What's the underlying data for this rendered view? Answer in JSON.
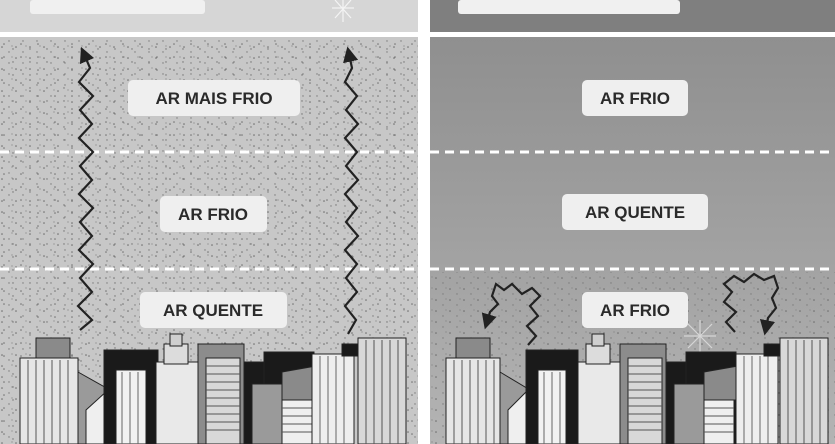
{
  "left_panel": {
    "layers": [
      {
        "label": "AR MAIS FRIO"
      },
      {
        "label": "AR FRIO"
      },
      {
        "label": "AR QUENTE"
      }
    ]
  },
  "right_panel": {
    "layers": [
      {
        "label": "AR FRIO"
      },
      {
        "label": "AR QUENTE"
      },
      {
        "label": "AR FRIO"
      }
    ]
  },
  "colors": {
    "left_sky": "#c7c7c7",
    "right_sky": "#9e9e9e",
    "label_box": "#efefef",
    "label_text": "#2a2a2a",
    "building_dark": "#1a1a1a",
    "building_mid": "#8a8a8a",
    "building_light": "#e6e6e6"
  }
}
